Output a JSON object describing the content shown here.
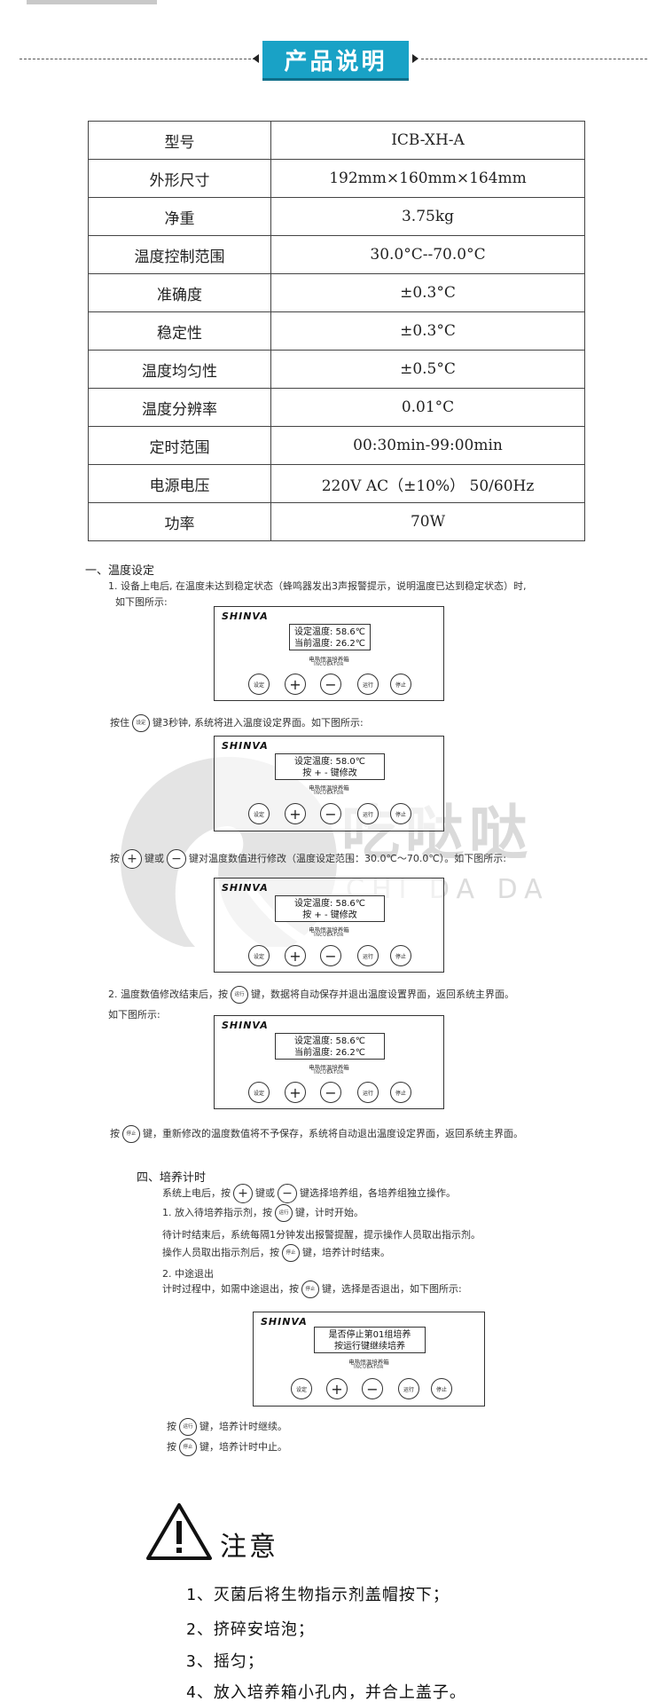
{
  "header": {
    "title": "产品说明"
  },
  "spec_rows": [
    {
      "k": "型号",
      "v": "ICB-XH-A"
    },
    {
      "k": "外形尺寸",
      "v": "192mm×160mm×164mm"
    },
    {
      "k": "净重",
      "v": "3.75kg"
    },
    {
      "k": "温度控制范围",
      "v": "30.0°C--70.0°C"
    },
    {
      "k": "准确度",
      "v": "±0.3°C"
    },
    {
      "k": "稳定性",
      "v": "±0.3°C"
    },
    {
      "k": "温度均匀性",
      "v": "±0.5°C"
    },
    {
      "k": "温度分辨率",
      "v": "0.01°C"
    },
    {
      "k": "定时范围",
      "v": "00:30min-99:00min"
    },
    {
      "k": "电源电压",
      "v": "220V AC（±10%） 50/60Hz"
    },
    {
      "k": "功率",
      "v": "70W"
    }
  ],
  "watermark": {
    "main": "吃哒哒",
    "sub": "CHI DA DA"
  },
  "sec1": {
    "title": "一、温度设定",
    "p1a": "1. 设备上电后, 在温度未达到稳定状态（蜂鸣器发出3声报警提示，说明温度已达到稳定状态）时,",
    "p1b": "如下图所示:",
    "p2a": "按住",
    "p2b": "键3秒钟, 系统将进入温度设定界面。如下图所示:",
    "p3a": "按",
    "p3b": "键或",
    "p3c": "键对温度数值进行修改（温度设定范围：30.0℃～70.0℃）。如下图所示:",
    "p4a": "2. 温度数值修改结束后，按",
    "p4b": "键，数据将自动保存并退出温度设置界面，返回系统主界面。",
    "p4c": "如下图所示:",
    "p5a": "按",
    "p5b": "键，重新修改的温度数值将不予保存，系统将自动退出温度设定界面，返回系统主界面。"
  },
  "sec4": {
    "title": "四、培养计时",
    "l1a": "系统上电后，按",
    "l1b": "键或",
    "l1c": "键选择培养组，各培养组独立操作。",
    "l2a": "1. 放入待培养指示剂，按",
    "l2b": "键，计时开始。",
    "l3": "待计时结束后，系统每隔1分钟发出报警提醒，提示操作人员取出指示剂。",
    "l4a": "操作人员取出指示剂后，按",
    "l4b": "键，培养计时结束。",
    "l5": "2. 中途退出",
    "l6a": "计时过程中，如需中途退出，按",
    "l6b": "键，选择是否退出，如下图所示:",
    "l7a": "按",
    "l7b": "键，培养计时继续。",
    "l8a": "按",
    "l8b": "键，培养计时中止。"
  },
  "panel": {
    "brand": "SHINVA",
    "name_cn": "电热恒温培养箱",
    "name_en": "INCUBATOR",
    "btn_set": "设定",
    "btn_plus": "+",
    "btn_minus": "−",
    "btn_run": "运行",
    "btn_stop": "停止"
  },
  "screens": {
    "s1a": "设定温度: 58.6℃",
    "s1b": "当前温度: 26.2℃",
    "s2a": "设定温度: 58.0℃",
    "s2b": "按 + - 键修改",
    "s3a": "设定温度: 58.6℃",
    "s3b": "按 + - 键修改",
    "s4a": "设定温度: 58.6℃",
    "s4b": "当前温度: 26.2℃",
    "s5a": "是否停止第01组培养",
    "s5b": "按运行键继续培养"
  },
  "caution": {
    "title": "注意",
    "steps": [
      "1、灭菌后将生物指示剂盖帽按下；",
      "2、挤碎安培泡；",
      "3、摇匀；",
      "4、放入培养箱小孔内，并合上盖子。"
    ]
  }
}
